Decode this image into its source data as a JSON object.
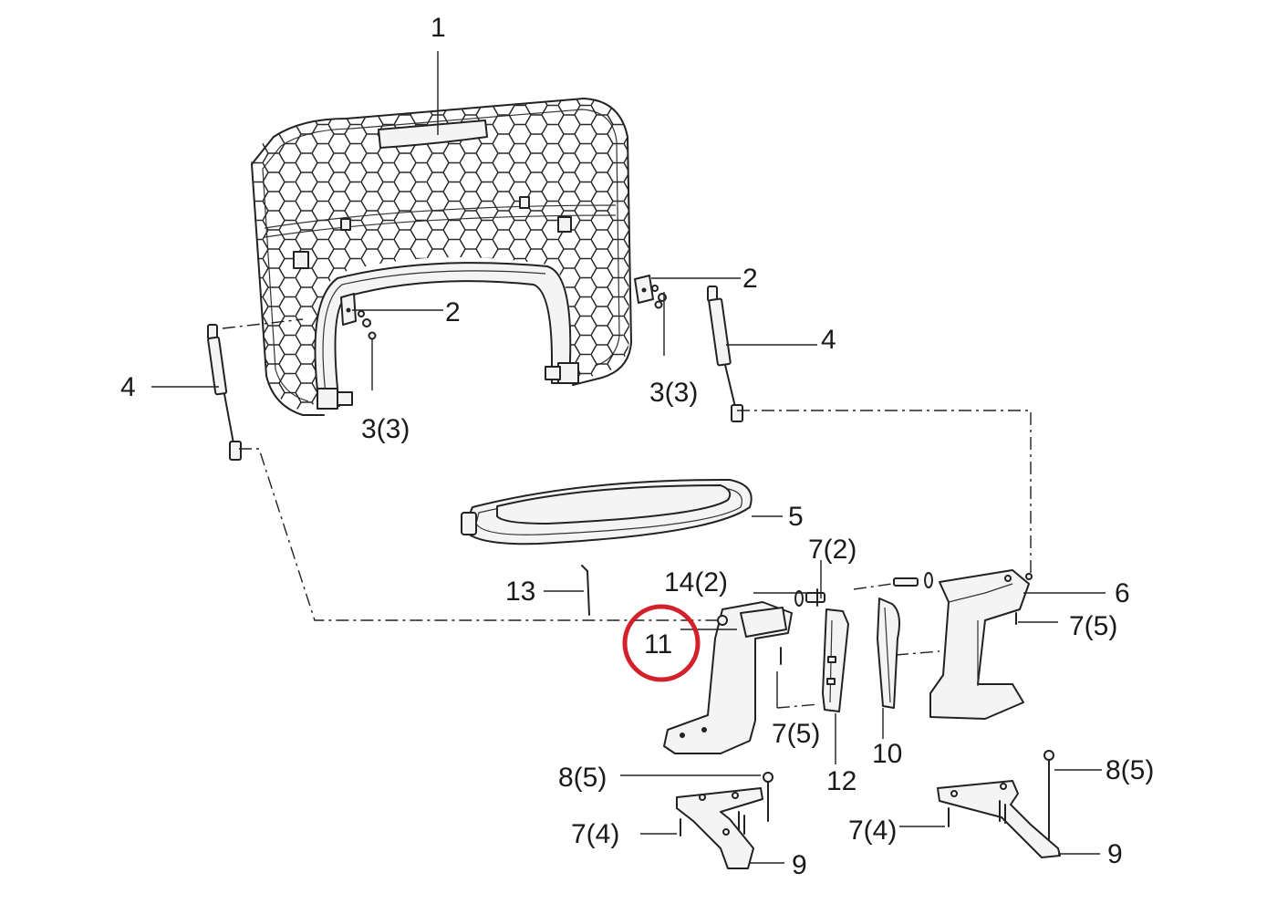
{
  "callouts": {
    "c1": "1",
    "c2a": "2",
    "c2b": "2",
    "c3a": "3(3)",
    "c3b": "3(3)",
    "c4a": "4",
    "c4b": "4",
    "c5": "5",
    "c6": "6",
    "c7_2": "7(2)",
    "c7_5a": "7(5)",
    "c7_5b": "7(5)",
    "c7_4a": "7(4)",
    "c7_4b": "7(4)",
    "c8_5a": "8(5)",
    "c8_5b": "8(5)",
    "c9a": "9",
    "c9b": "9",
    "c10": "10",
    "c11": "11",
    "c12": "12",
    "c13": "13",
    "c14_2": "14(2)"
  },
  "highlight": {
    "target": "11",
    "color": "#d4202a"
  }
}
